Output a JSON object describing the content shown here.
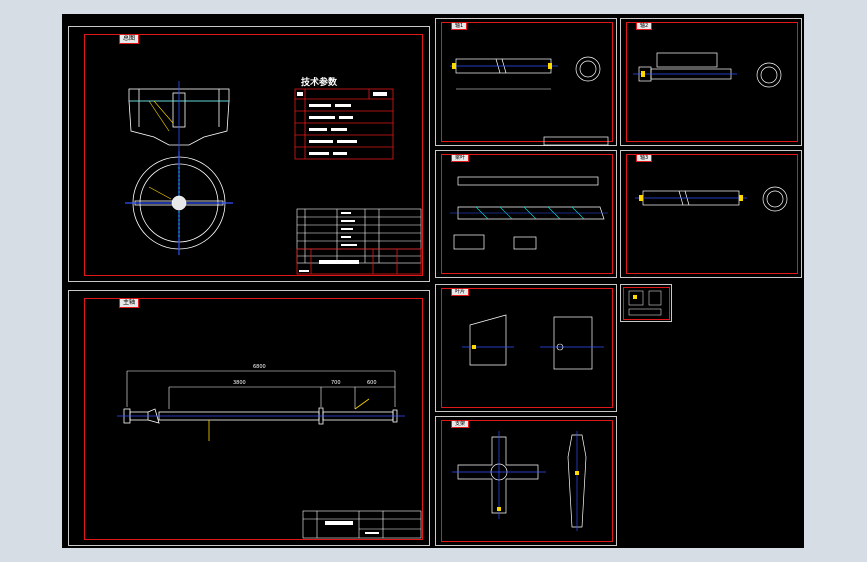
{
  "sheets": {
    "assembly": {
      "tag": "总图",
      "tech_title": "技术参数"
    },
    "shaft": {
      "tag": "主轴",
      "dim_total": "6800",
      "dim_a": "3800",
      "dim_b": "700",
      "dim_c": "600"
    },
    "small_tags": [
      "轴1",
      "轴2",
      "桨叶",
      "轴3",
      "叶片",
      "支架"
    ]
  },
  "colors": {
    "frame": "#e01818",
    "sheet": "#c8c8c8",
    "line": "#ffffff",
    "center": "#3050ff",
    "accent": "#ffd800",
    "cyan": "#00e0e0"
  }
}
